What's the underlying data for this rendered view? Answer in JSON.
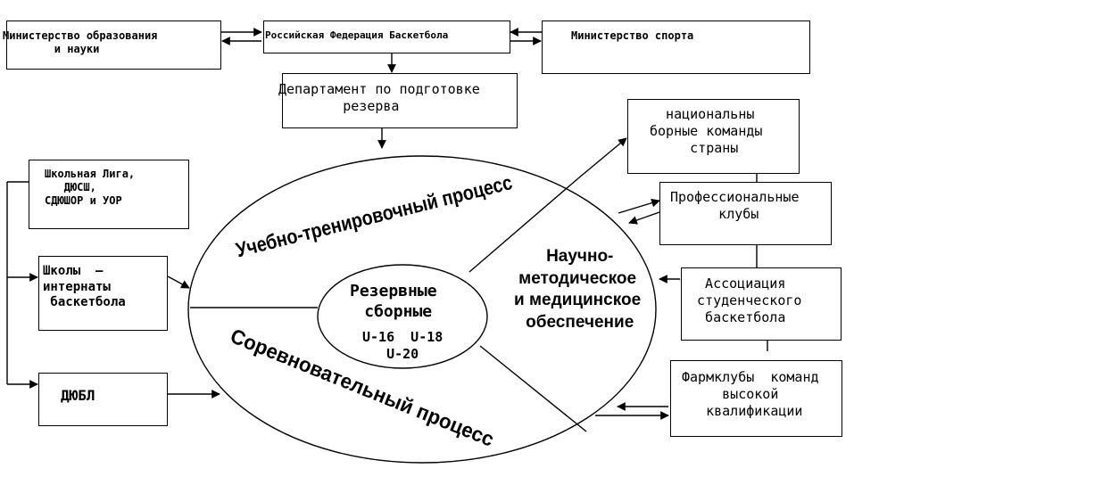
{
  "boxes": {
    "ministry_education": "Министерство образования\n        и науки",
    "federation": "Российская Федерация Баскетбола",
    "ministry_sport": "Министерство спорта",
    "department": "Департамент по подготовке\n        резерва",
    "national_teams": "  национальны\nборные команды\n     страны",
    "pro_clubs": "Профессиональные\n      клубы",
    "school_league": "Школьная Лига,\n   ДЮСШ,\nСДЮШОР и УОР",
    "boarding_schools": "Школы  –\nинтернаты\n баскетбола",
    "student_assoc": "  Ассоциация\n студенческого\n  баскетбола",
    "dyubl": "ДЮБЛ",
    "farm_clubs": "Фармклубы  команд\n     высокой\n   квалификации"
  },
  "ellipse": {
    "training": "Учебно-тренировочный процесс",
    "competition": "Соревновательный процесс",
    "science": " Научно-\nметодическое\nи медицинское\n обеспечение",
    "reserve_title": "Резервные\n сборные",
    "reserve_ages": "U-16  U-18\n   U-20"
  }
}
